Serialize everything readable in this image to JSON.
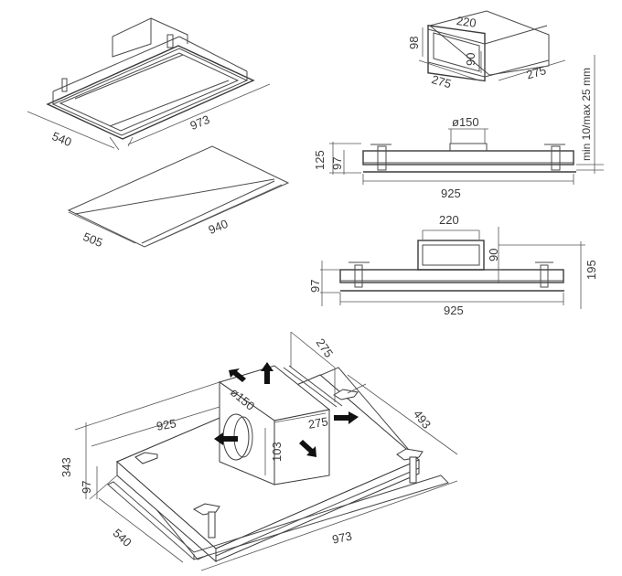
{
  "diagram": {
    "subject": "Ceiling range hood dimension drawing",
    "views": {
      "hood_isometric": {
        "length": "973",
        "width": "540"
      },
      "cutout_template": {
        "length": "940",
        "width": "505"
      },
      "rect_adapter": {
        "width_top": "220",
        "height": "98",
        "inner_height": "90",
        "depth_left": "275",
        "depth_right": "275"
      },
      "front_view_round": {
        "diameter": "ø150",
        "total_height": "125",
        "body_height": "97",
        "length": "925",
        "gap_note": "min 10/max 25 mm"
      },
      "front_view_rect": {
        "adapter_width": "220",
        "adapter_height": "90",
        "total_height": "195",
        "body_height": "97",
        "length": "925"
      },
      "installed_isometric": {
        "box_depth": "275",
        "box_width": "275",
        "outlet_diameter": "ø150",
        "box_height": "103",
        "overall_depth": "493",
        "body_length": "925",
        "total_height": "343",
        "body_height": "97",
        "frame_width": "540",
        "frame_length": "973"
      }
    },
    "icons": [
      "airflow-arrow-up",
      "airflow-arrow-up-left",
      "airflow-arrow-left",
      "airflow-arrow-right",
      "airflow-arrow-down-right"
    ]
  }
}
